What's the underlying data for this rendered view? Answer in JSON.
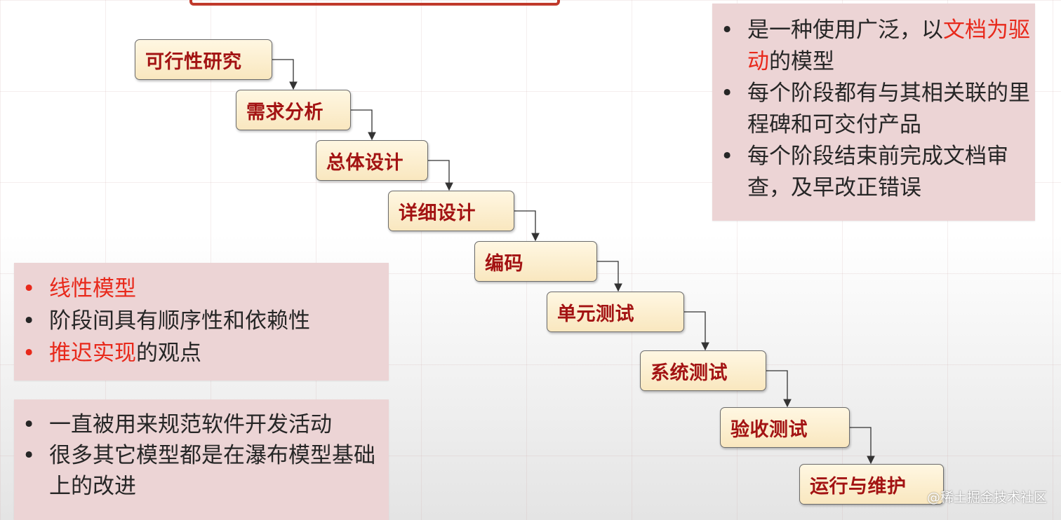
{
  "steps": [
    {
      "label": "可行性研究"
    },
    {
      "label": "需求分析"
    },
    {
      "label": "总体设计"
    },
    {
      "label": "详细设计"
    },
    {
      "label": "编码"
    },
    {
      "label": "单元测试"
    },
    {
      "label": "系统测试"
    },
    {
      "label": "验收测试"
    },
    {
      "label": "运行与维护"
    }
  ],
  "panel_top_right": {
    "items": [
      {
        "parts": [
          {
            "text": "是一种使用广泛，以"
          },
          {
            "text": "文档",
            "highlight": true
          },
          {
            "text": "为驱动",
            "highlight": true
          },
          {
            "text": "的模型"
          }
        ]
      },
      {
        "parts": [
          {
            "text": "每个阶段都有与其相关联的里程碑和可交付产品"
          }
        ]
      },
      {
        "parts": [
          {
            "text": "每个阶段结束前完成文档审查，及早改正错误"
          }
        ]
      }
    ]
  },
  "panel_mid_left": {
    "items": [
      {
        "bullet_red": true,
        "parts": [
          {
            "text": "线性模型",
            "highlight": true
          }
        ]
      },
      {
        "bullet_red": false,
        "parts": [
          {
            "text": "阶段间具有顺序性和依赖性"
          }
        ]
      },
      {
        "bullet_red": true,
        "parts": [
          {
            "text": "推迟实现",
            "highlight": true
          },
          {
            "text": "的观点"
          }
        ]
      }
    ]
  },
  "panel_bottom_left": {
    "items": [
      {
        "parts": [
          {
            "text": "一直被用来规范软件开发活动"
          }
        ]
      },
      {
        "parts": [
          {
            "text": "很多其它模型都是在瀑布模型基础上的改进"
          }
        ]
      }
    ]
  },
  "watermark": "@稀土掘金技术社区",
  "colors": {
    "highlight": "#e8291b",
    "step_text": "#a31313",
    "panel_bg": "#ecd4d5"
  }
}
